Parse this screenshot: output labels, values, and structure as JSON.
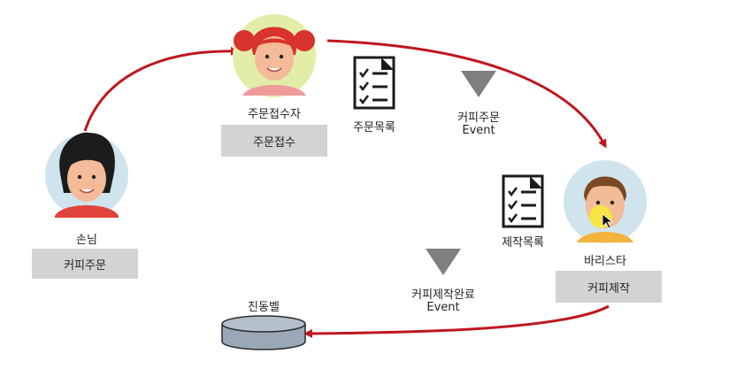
{
  "actors": {
    "customer": {
      "name": "손님",
      "action": "커피주문"
    },
    "order_taker": {
      "name": "주문접수자",
      "action": "주문접수"
    },
    "barista": {
      "name": "바리스타",
      "action": "커피제작"
    }
  },
  "documents": {
    "order_list": "주문목록",
    "production_list": "제작목록"
  },
  "events": {
    "coffee_order": {
      "line1": "커피주문",
      "line2": "Event"
    },
    "coffee_done": {
      "line1": "커피제작완료",
      "line2": "Event"
    }
  },
  "buzzer": {
    "label": "진동벨"
  },
  "colors": {
    "arrow": "#c0161e",
    "action_box": "#d3d3d3",
    "event_triangle": "#7f7f7f",
    "avatar_customer_bg": "#cfe4ec",
    "avatar_order_taker_bg": "#e2eda8",
    "avatar_barista_bg": "#cfe4ec"
  },
  "icons": [
    "checklist-icon",
    "checklist-icon",
    "event-triangle-icon",
    "event-triangle-icon",
    "cylinder-icon",
    "cursor-icon"
  ]
}
